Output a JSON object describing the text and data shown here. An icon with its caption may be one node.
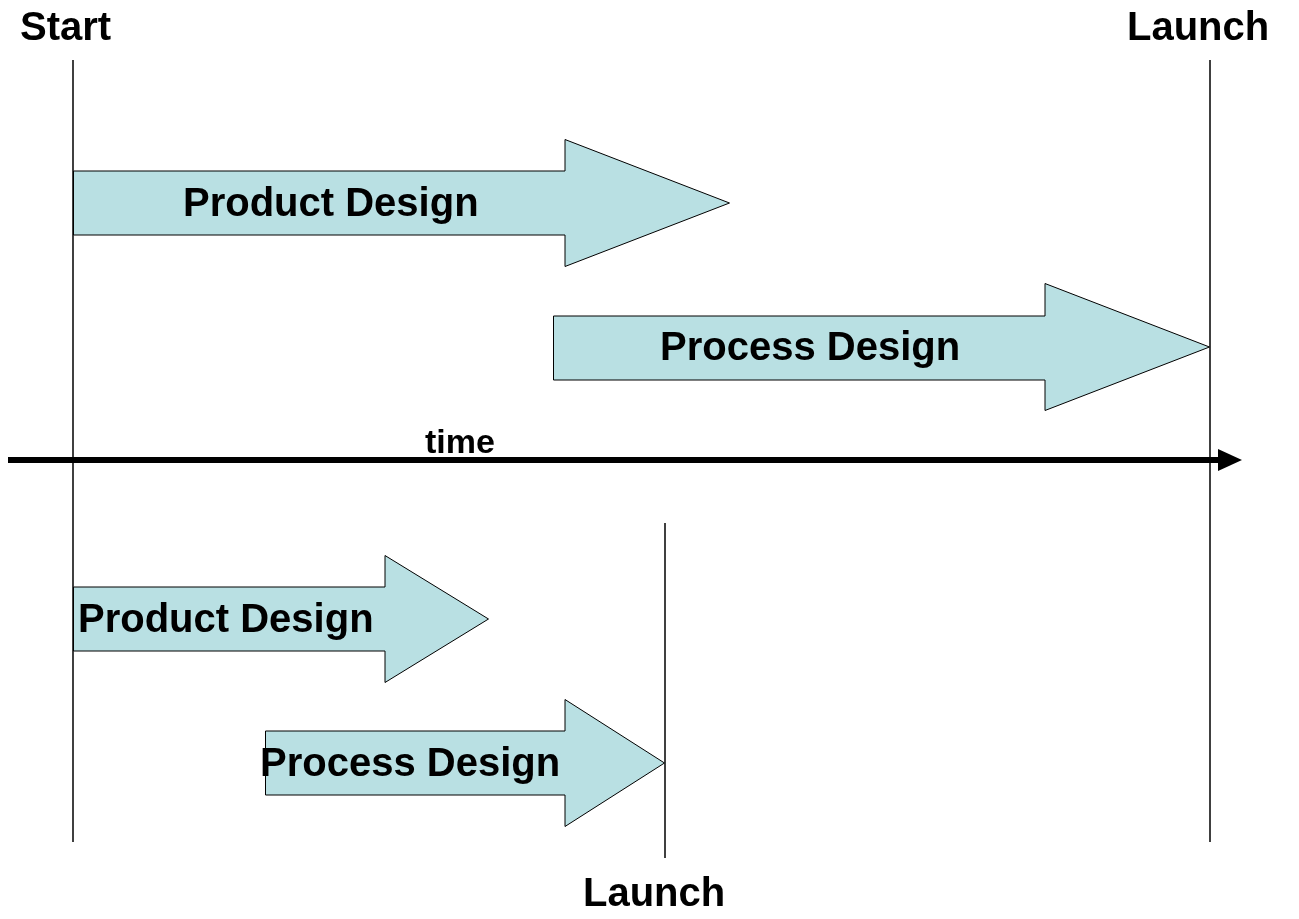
{
  "diagram": {
    "nodes": [
      {
        "text": [
          "Product Design"
        ]
      },
      {
        "text": [
          "Process Design"
        ]
      },
      {
        "text": [
          "Product Design"
        ]
      },
      {
        "text": [
          "Process Design"
        ]
      }
    ],
    "labels": [
      "Start",
      "Launch",
      "time",
      "Launch"
    ]
  }
}
